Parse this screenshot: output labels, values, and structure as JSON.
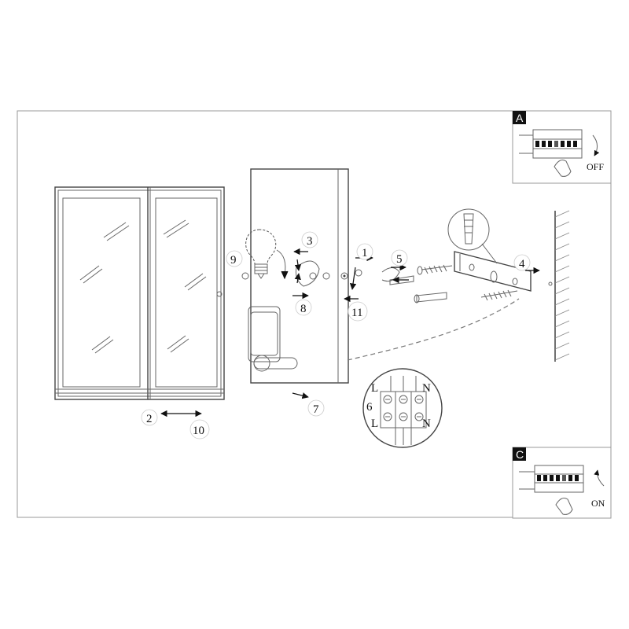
{
  "callouts": {
    "c1": "1",
    "c2": "2",
    "c3": "3",
    "c4": "4",
    "c5": "5",
    "c6": "6",
    "c7": "7",
    "c8": "8",
    "c9": "9",
    "c10": "10",
    "c11": "11"
  },
  "terminal": {
    "left_top": "L",
    "left_bottom": "L",
    "right_top": "N",
    "right_bottom": "N"
  },
  "panel_a": {
    "letter": "A",
    "state": "OFF"
  },
  "panel_c": {
    "letter": "C",
    "state": "ON"
  }
}
